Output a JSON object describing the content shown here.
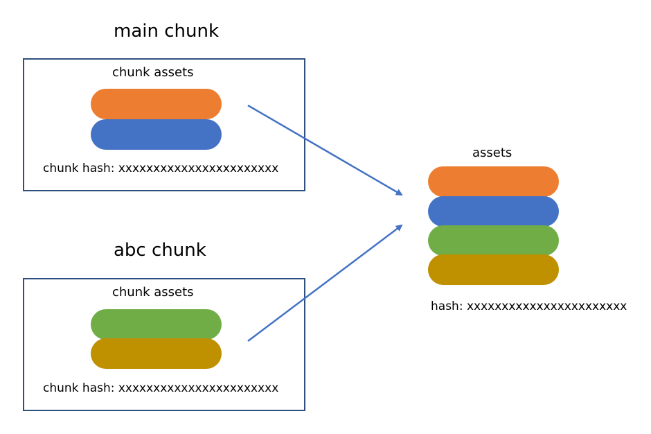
{
  "main_chunk": {
    "title": "main chunk",
    "assets_label": "chunk assets",
    "hash_label": "chunk hash: xxxxxxxxxxxxxxxxxxxxxxx"
  },
  "abc_chunk": {
    "title": "abc chunk",
    "assets_label": "chunk assets",
    "hash_label": "chunk hash: xxxxxxxxxxxxxxxxxxxxxxx"
  },
  "output": {
    "assets_label": "assets",
    "hash_label": "hash: xxxxxxxxxxxxxxxxxxxxxxx"
  },
  "colors": {
    "orange": "#ed7d31",
    "blue": "#4472c4",
    "green": "#70ad47",
    "gold": "#bf9000",
    "frame": "#2f4f7f",
    "arrow": "#4472c4"
  }
}
